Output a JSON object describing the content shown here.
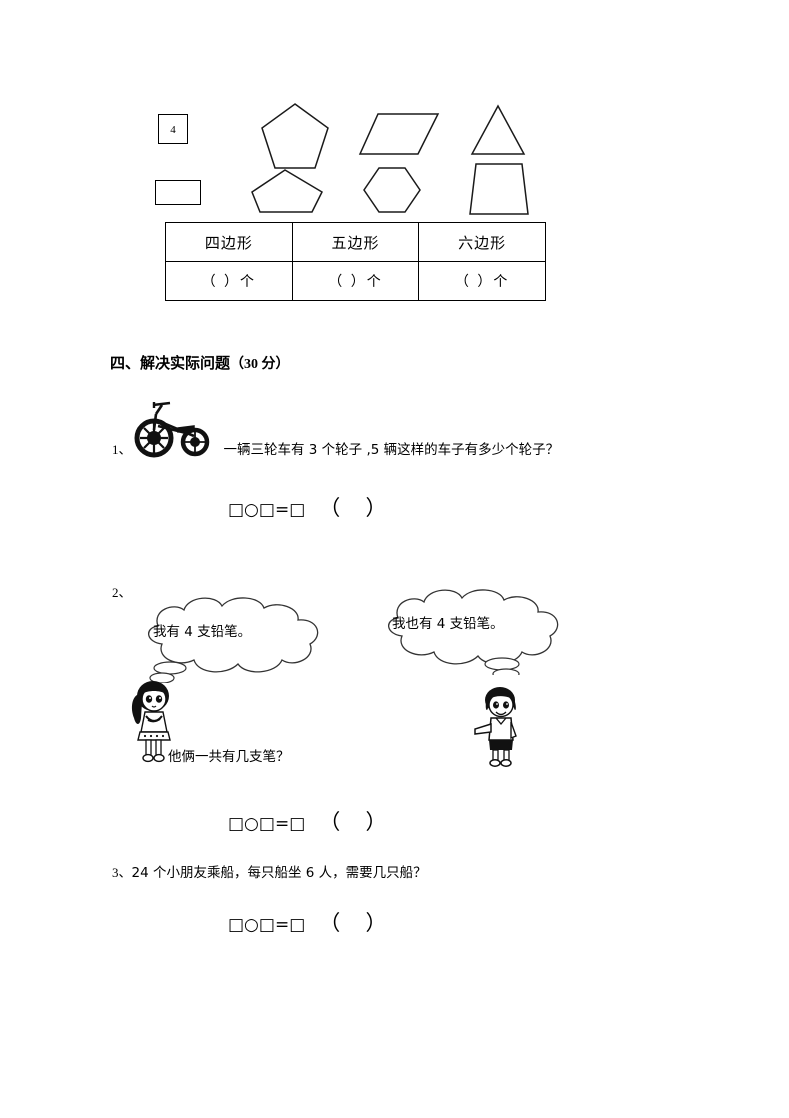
{
  "shapes_section": {
    "labeled_box": {
      "value": "4"
    },
    "figures": [
      {
        "name": "pentagon",
        "sides": 5
      },
      {
        "name": "parallelogram",
        "sides": 4
      },
      {
        "name": "triangle",
        "sides": 3
      },
      {
        "name": "wide-pentagon",
        "sides": 5
      },
      {
        "name": "hexagon",
        "sides": 6
      },
      {
        "name": "trapezoid",
        "sides": 4
      }
    ],
    "table": {
      "headers": [
        "四边形",
        "五边形",
        "六边形"
      ],
      "answer_cells": [
        "（  ）个",
        "（  ）个",
        "（  ）个"
      ]
    }
  },
  "section": {
    "title": "四、解决实际问题",
    "score": "（30 分）"
  },
  "questions": [
    {
      "number": "1、",
      "text": "一辆三轮车有 3 个轮子 ,5 辆这样的车子有多少个轮子？",
      "equation": "□○□=□",
      "answer_paren": "（    ）",
      "illustration": "tricycle-icon"
    },
    {
      "number": "2、",
      "bubble_left": "我有 4 支铅笔。",
      "bubble_right": "我也有 4 支铅笔。",
      "text": "他俩一共有几支笔？",
      "equation": "□○□=□",
      "answer_paren": "（    ）",
      "illustration_left": "girl-figure",
      "illustration_right": "boy-figure"
    },
    {
      "number": "3、",
      "text": "24 个小朋友乘船，每只船坐 6 人，需要几只船？",
      "equation": "□○□=□",
      "answer_paren": "（    ）"
    }
  ],
  "colors": {
    "ink": "#000000",
    "stroke": "#1a1a1a",
    "paper": "#ffffff"
  }
}
